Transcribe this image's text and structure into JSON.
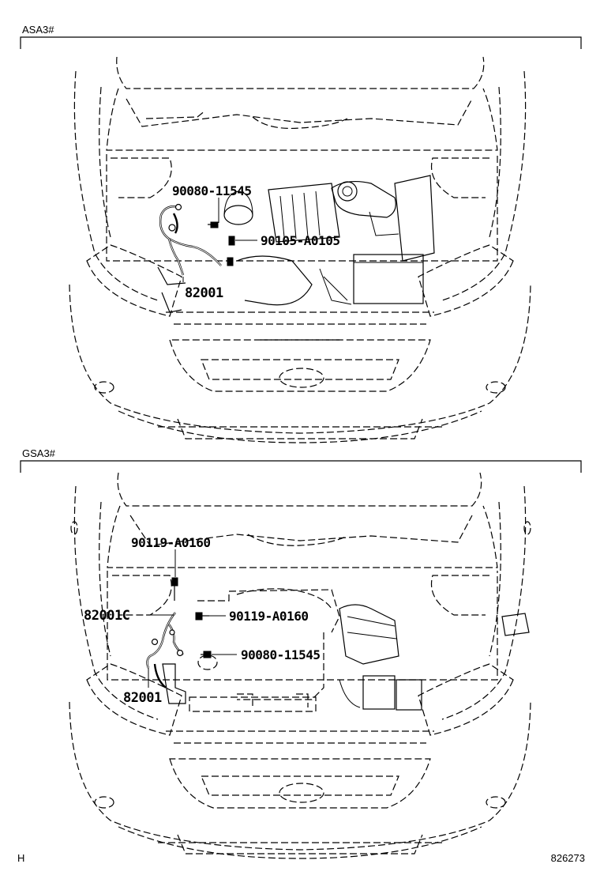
{
  "sections": [
    {
      "id": "asa3",
      "label": "ASA3#",
      "callouts": [
        {
          "part": "90080-11545"
        },
        {
          "part": "90105-A0105"
        },
        {
          "part": "82001"
        }
      ]
    },
    {
      "id": "gsa3",
      "label": "GSA3#",
      "callouts": [
        {
          "part": "90119-A0160"
        },
        {
          "part": "82001C"
        },
        {
          "part": "90119-A0160"
        },
        {
          "part": "90080-11545"
        },
        {
          "part": "82001"
        }
      ]
    }
  ],
  "footer": {
    "left": "H",
    "right": "826273"
  }
}
